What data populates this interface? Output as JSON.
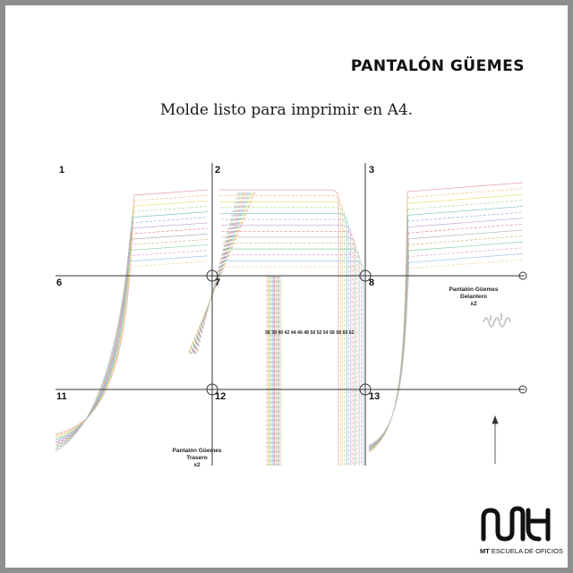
{
  "header": {
    "title": "PANTALÓN GÜEMES",
    "subtitle": "Molde listo para imprimir en A4."
  },
  "pattern": {
    "tile_numbers": [
      "1",
      "2",
      "3",
      "6",
      "7",
      "8",
      "11",
      "12",
      "13"
    ],
    "front_piece": {
      "name": "Pantalón Güemes",
      "part": "Delantero",
      "qty": "x2"
    },
    "back_piece": {
      "name": "Pantalón Güemes",
      "part": "Trasero",
      "qty": "x2"
    },
    "size_range": "36 38 40 42 44 46 48 50 52 54 56 58 60 62",
    "size_line_colors": [
      "#e8a0a8",
      "#f0c080",
      "#e6e070",
      "#a8d890",
      "#80c8c0",
      "#90b0e0",
      "#c0a0d8",
      "#f08080",
      "#b0b0b0",
      "#d8b080",
      "#88d0a8",
      "#e0a0d0",
      "#a0c8e8",
      "#f0d0a0"
    ]
  },
  "brand": {
    "name_bold": "MT",
    "name_rest": " ESCUELA DE OFICIOS"
  }
}
